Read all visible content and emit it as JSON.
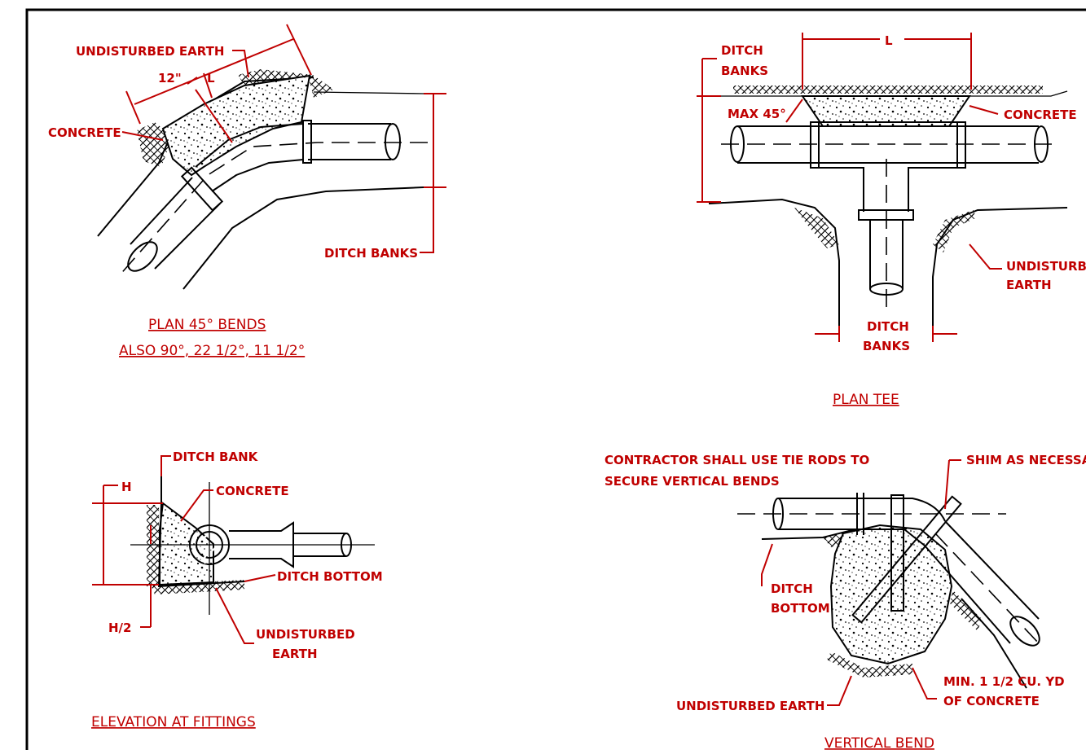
{
  "colors": {
    "annotation": "#c00000",
    "linework": "#000000",
    "border": "#000000"
  },
  "plan_bends": {
    "undisturbed_earth": "UNDISTURBED EARTH",
    "dim_12": "12\"",
    "dim_l": "L",
    "concrete": "CONCRETE",
    "ditch_banks": "DITCH BANKS",
    "title": "PLAN 45° BENDS",
    "subtitle": "ALSO 90°, 22 1/2°, 11 1/2°"
  },
  "plan_tee": {
    "ditch_banks_top_1": "DITCH",
    "ditch_banks_top_2": "BANKS",
    "dim_l": "L",
    "max_angle": "MAX 45°",
    "concrete": "CONCRETE",
    "undisturbed_1": "UNDISTURBI",
    "undisturbed_2": "EARTH",
    "ditch_banks_bottom_1": "DITCH",
    "ditch_banks_bottom_2": "BANKS",
    "title": "PLAN TEE"
  },
  "elevation": {
    "ditch_bank": "DITCH BANK",
    "dim_h": "H",
    "concrete": "CONCRETE",
    "ditch_bottom": "DITCH BOTTOM",
    "dim_h2": "H/2",
    "undisturbed_1": "UNDISTURBED",
    "undisturbed_2": "EARTH",
    "title": "ELEVATION AT FITTINGS"
  },
  "vertical_bend": {
    "note_1": "CONTRACTOR SHALL USE TIE RODS TO",
    "note_2": "SECURE VERTICAL BENDS",
    "shim": "SHIM AS NECESSA",
    "ditch_bottom_1": "DITCH",
    "ditch_bottom_2": "BOTTOM",
    "min_concrete_1": "MIN. 1 1/2 CU. YD",
    "min_concrete_2": "OF CONCRETE",
    "undisturbed": "UNDISTURBED EARTH",
    "title": "VERTICAL BEND"
  }
}
